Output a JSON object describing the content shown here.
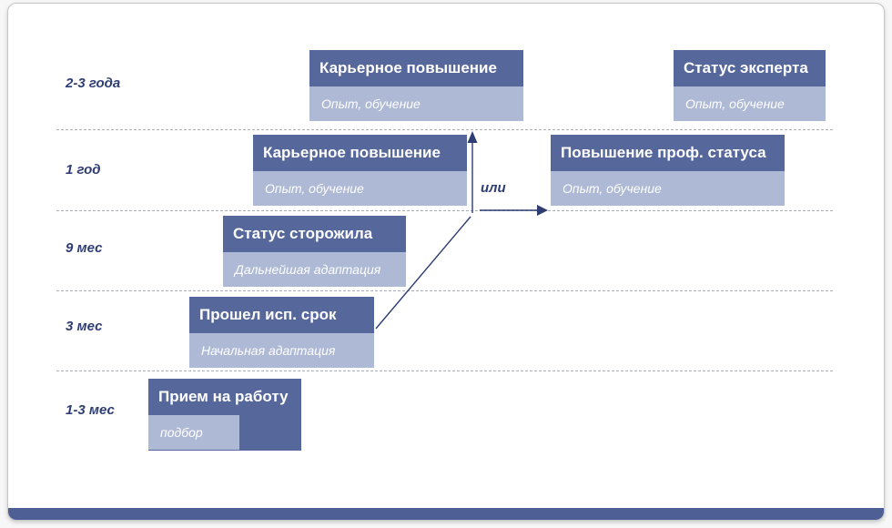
{
  "colors": {
    "box_dark": "#56679b",
    "box_light": "#aeb9d5",
    "text_navy": "#2e3d72",
    "footer_bar": "#4d5f95"
  },
  "rows": [
    {
      "label": "2-3 года",
      "boxes": [
        {
          "title": "Карьерное повышение",
          "subtitle": "Опыт, обучение"
        },
        {
          "title": "Статус эксперта",
          "subtitle": "Опыт, обучение"
        }
      ]
    },
    {
      "label": "1 год",
      "boxes": [
        {
          "title": "Карьерное повышение",
          "subtitle": "Опыт, обучение"
        },
        {
          "title": "Повышение проф. статуса",
          "subtitle": "Опыт, обучение"
        }
      ]
    },
    {
      "label": "9 мес",
      "boxes": [
        {
          "title": "Статус сторожила",
          "subtitle": "Дальнейшая адаптация"
        }
      ]
    },
    {
      "label": "3 мес",
      "boxes": [
        {
          "title": "Прошел исп. срок",
          "subtitle": "Начальная адаптация"
        }
      ]
    },
    {
      "label": "1-3 мес",
      "boxes": [
        {
          "title": "Прием на работу",
          "subtitle": "подбор"
        }
      ]
    }
  ],
  "connector": {
    "or_label": "или"
  }
}
